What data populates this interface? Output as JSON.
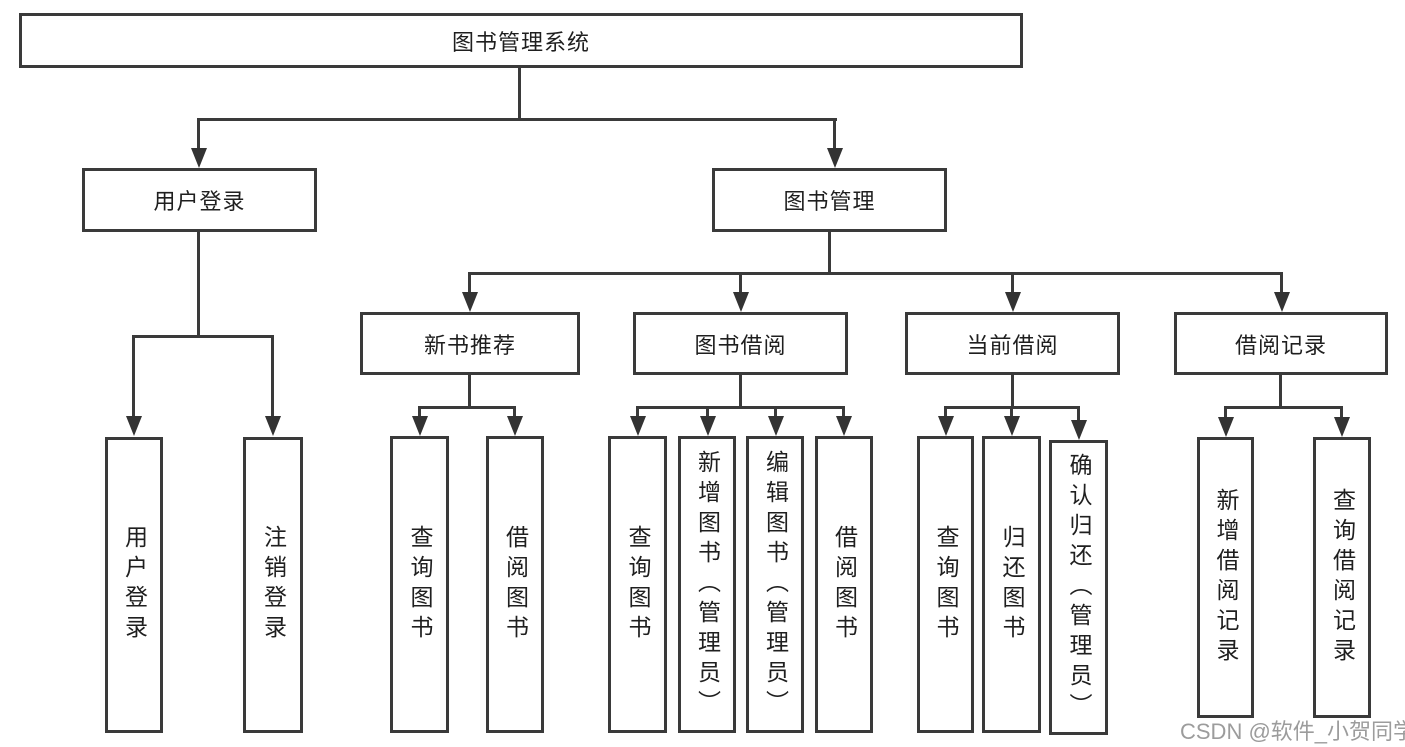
{
  "diagram": {
    "title": "图书管理系统",
    "root": {
      "label": "图书管理系统"
    },
    "level2": [
      {
        "label": "用户登录"
      },
      {
        "label": "图书管理"
      }
    ],
    "level3": [
      {
        "label": "新书推荐"
      },
      {
        "label": "图书借阅"
      },
      {
        "label": "当前借阅"
      },
      {
        "label": "借阅记录"
      }
    ],
    "leaves": {
      "user_login": [
        {
          "label": "用户登录"
        },
        {
          "label": "注销登录"
        }
      ],
      "new_book_recommend": [
        {
          "label": "查询图书"
        },
        {
          "label": "借阅图书"
        }
      ],
      "book_borrow": [
        {
          "label": "查询图书"
        },
        {
          "label": "新增图书（管理员）"
        },
        {
          "label": "编辑图书（管理员）"
        },
        {
          "label": "借阅图书"
        }
      ],
      "current_borrow": [
        {
          "label": "查询图书"
        },
        {
          "label": "归还图书"
        },
        {
          "label": "确认归还（管理员）"
        }
      ],
      "borrow_records": [
        {
          "label": "新增借阅记录"
        },
        {
          "label": "查询借阅记录"
        }
      ]
    },
    "colors": {
      "line": "#3a3a3a",
      "text": "#1f1f1f",
      "watermark": "#9c9c9c",
      "background": "#ffffff"
    }
  },
  "watermark": {
    "text": "CSDN @软件_小贺同学"
  }
}
